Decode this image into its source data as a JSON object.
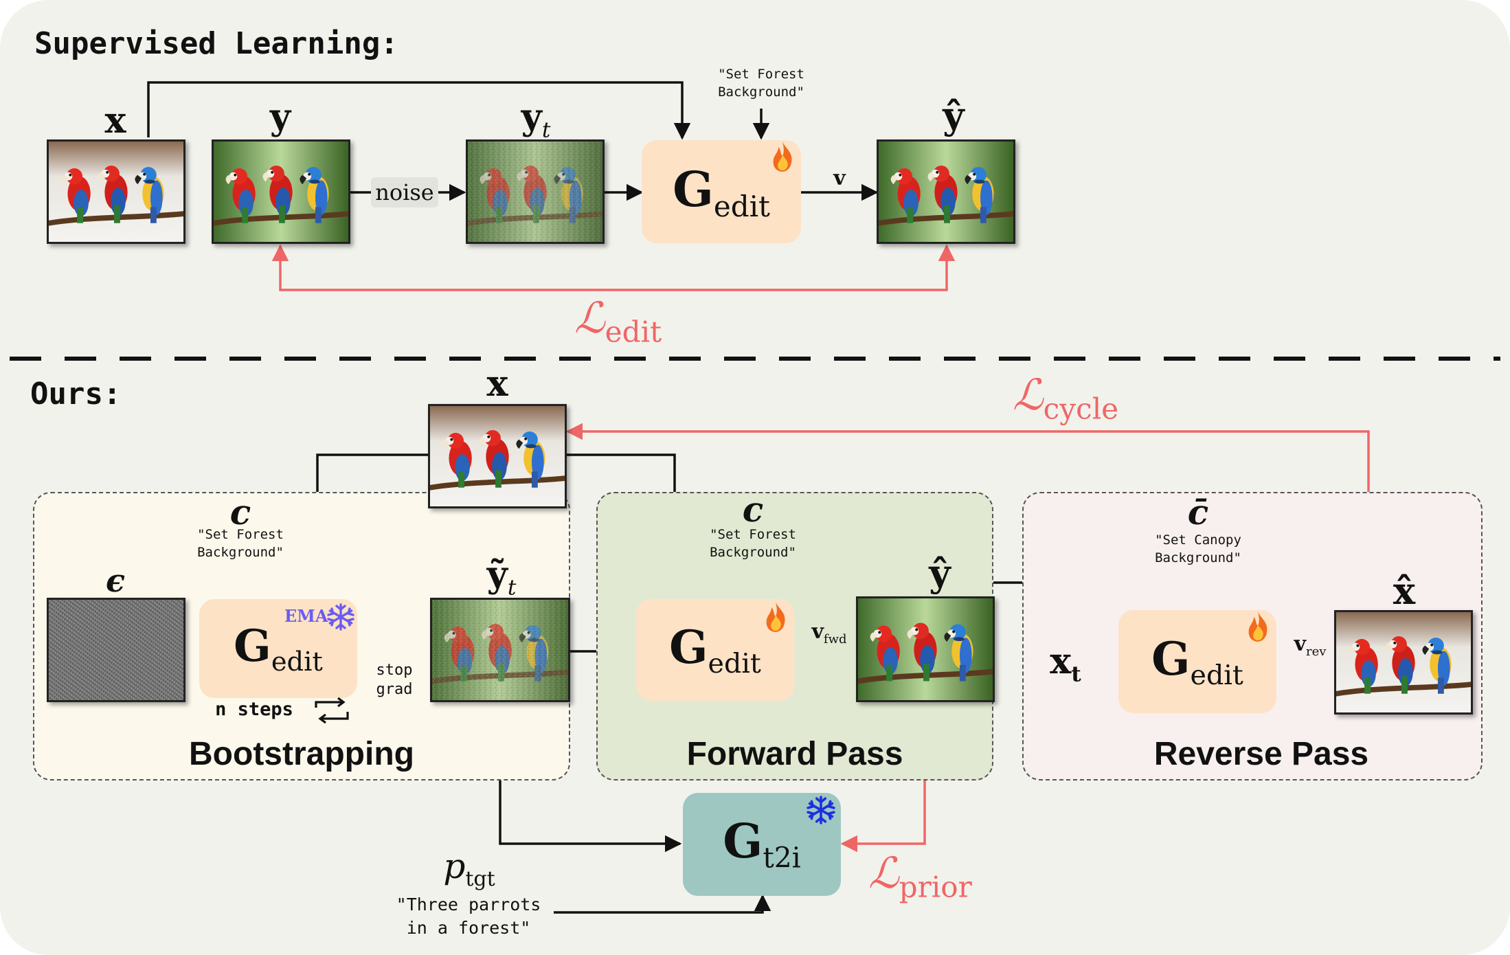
{
  "sections": {
    "supervised": "Supervised Learning:",
    "ours": "Ours:"
  },
  "regions": {
    "bootstrapping": "Bootstrapping",
    "forward": "Forward Pass",
    "reverse": "Reverse Pass"
  },
  "symbols": {
    "x": "x",
    "y": "y",
    "y_t": "y",
    "y_t_sub": "t",
    "y_hat": "ŷ",
    "eps": "ϵ",
    "y_tilde_t": "ỹ",
    "y_tilde_t_sub": "t",
    "c": "c",
    "c_bar": "c̄",
    "x_hat": "x̂",
    "x_t": "x",
    "x_t_sub": "t",
    "v": "v",
    "v_fwd": "v",
    "v_fwd_sub": "fwd",
    "v_rev": "v",
    "v_rev_sub": "rev",
    "p_tgt": "p",
    "p_tgt_sub": "tgt"
  },
  "models": {
    "g_edit": "G",
    "g_edit_sub": "edit",
    "g_t2i": "G",
    "g_t2i_sub": "t2i"
  },
  "prompts": {
    "forest": "\"Set Forest\nBackground\"",
    "canopy": "\"Set Canopy\nBackground\"",
    "parrots": "\"Three parrots\nin a forest\""
  },
  "losses": {
    "symbol": "ℒ",
    "edit": "edit",
    "cycle": "cycle",
    "prior": "prior"
  },
  "labels": {
    "noise": "noise",
    "ema": "EMA",
    "stop_grad": "stop\ngrad",
    "n_steps": "n steps"
  },
  "colors": {
    "loss": "#ef6666",
    "gen_box": "#fde2c6",
    "t2i_box": "#9ec7c2",
    "ema": "#6a5cf0",
    "snow_t2i": "#1a2fe0",
    "fire": "#f26b1d"
  },
  "icons": {
    "trainable": "fire-icon",
    "frozen": "snowflake-icon",
    "loop": "loop-arrows-icon"
  }
}
